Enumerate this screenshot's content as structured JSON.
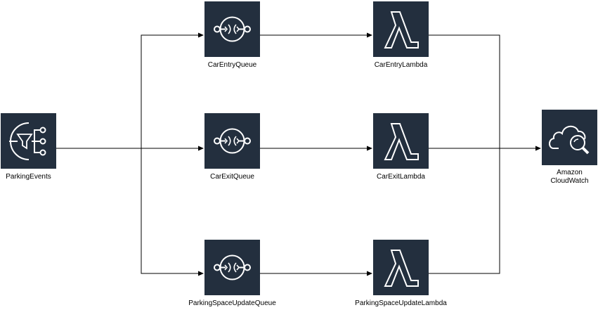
{
  "nodes": {
    "parking_events": {
      "label": "ParkingEvents",
      "icon": "sns-filter-icon"
    },
    "car_entry_queue": {
      "label": "CarEntryQueue",
      "icon": "sqs-queue-icon"
    },
    "car_exit_queue": {
      "label": "CarExitQueue",
      "icon": "sqs-queue-icon"
    },
    "parking_space_update_queue": {
      "label": "ParkingSpaceUpdateQueue",
      "icon": "sqs-queue-icon"
    },
    "car_entry_lambda": {
      "label": "CarEntryLambda",
      "icon": "lambda-icon"
    },
    "car_exit_lambda": {
      "label": "CarExitLambda",
      "icon": "lambda-icon"
    },
    "parking_space_update_lambda": {
      "label": "ParkingSpaceUpdateLambda",
      "icon": "lambda-icon"
    },
    "cloudwatch": {
      "label_line1": "Amazon",
      "label_line2": "CloudWatch",
      "icon": "cloudwatch-icon"
    }
  },
  "colors": {
    "icon_background": "#232f3e",
    "icon_foreground": "#ffffff",
    "edge": "#000000"
  },
  "edges": [
    {
      "from": "ParkingEvents",
      "to": "CarEntryQueue"
    },
    {
      "from": "ParkingEvents",
      "to": "CarExitQueue"
    },
    {
      "from": "ParkingEvents",
      "to": "ParkingSpaceUpdateQueue"
    },
    {
      "from": "CarEntryQueue",
      "to": "CarEntryLambda"
    },
    {
      "from": "CarExitQueue",
      "to": "CarExitLambda"
    },
    {
      "from": "ParkingSpaceUpdateQueue",
      "to": "ParkingSpaceUpdateLambda"
    },
    {
      "from": "CarEntryLambda",
      "to": "Amazon CloudWatch"
    },
    {
      "from": "CarExitLambda",
      "to": "Amazon CloudWatch"
    },
    {
      "from": "ParkingSpaceUpdateLambda",
      "to": "Amazon CloudWatch"
    }
  ]
}
